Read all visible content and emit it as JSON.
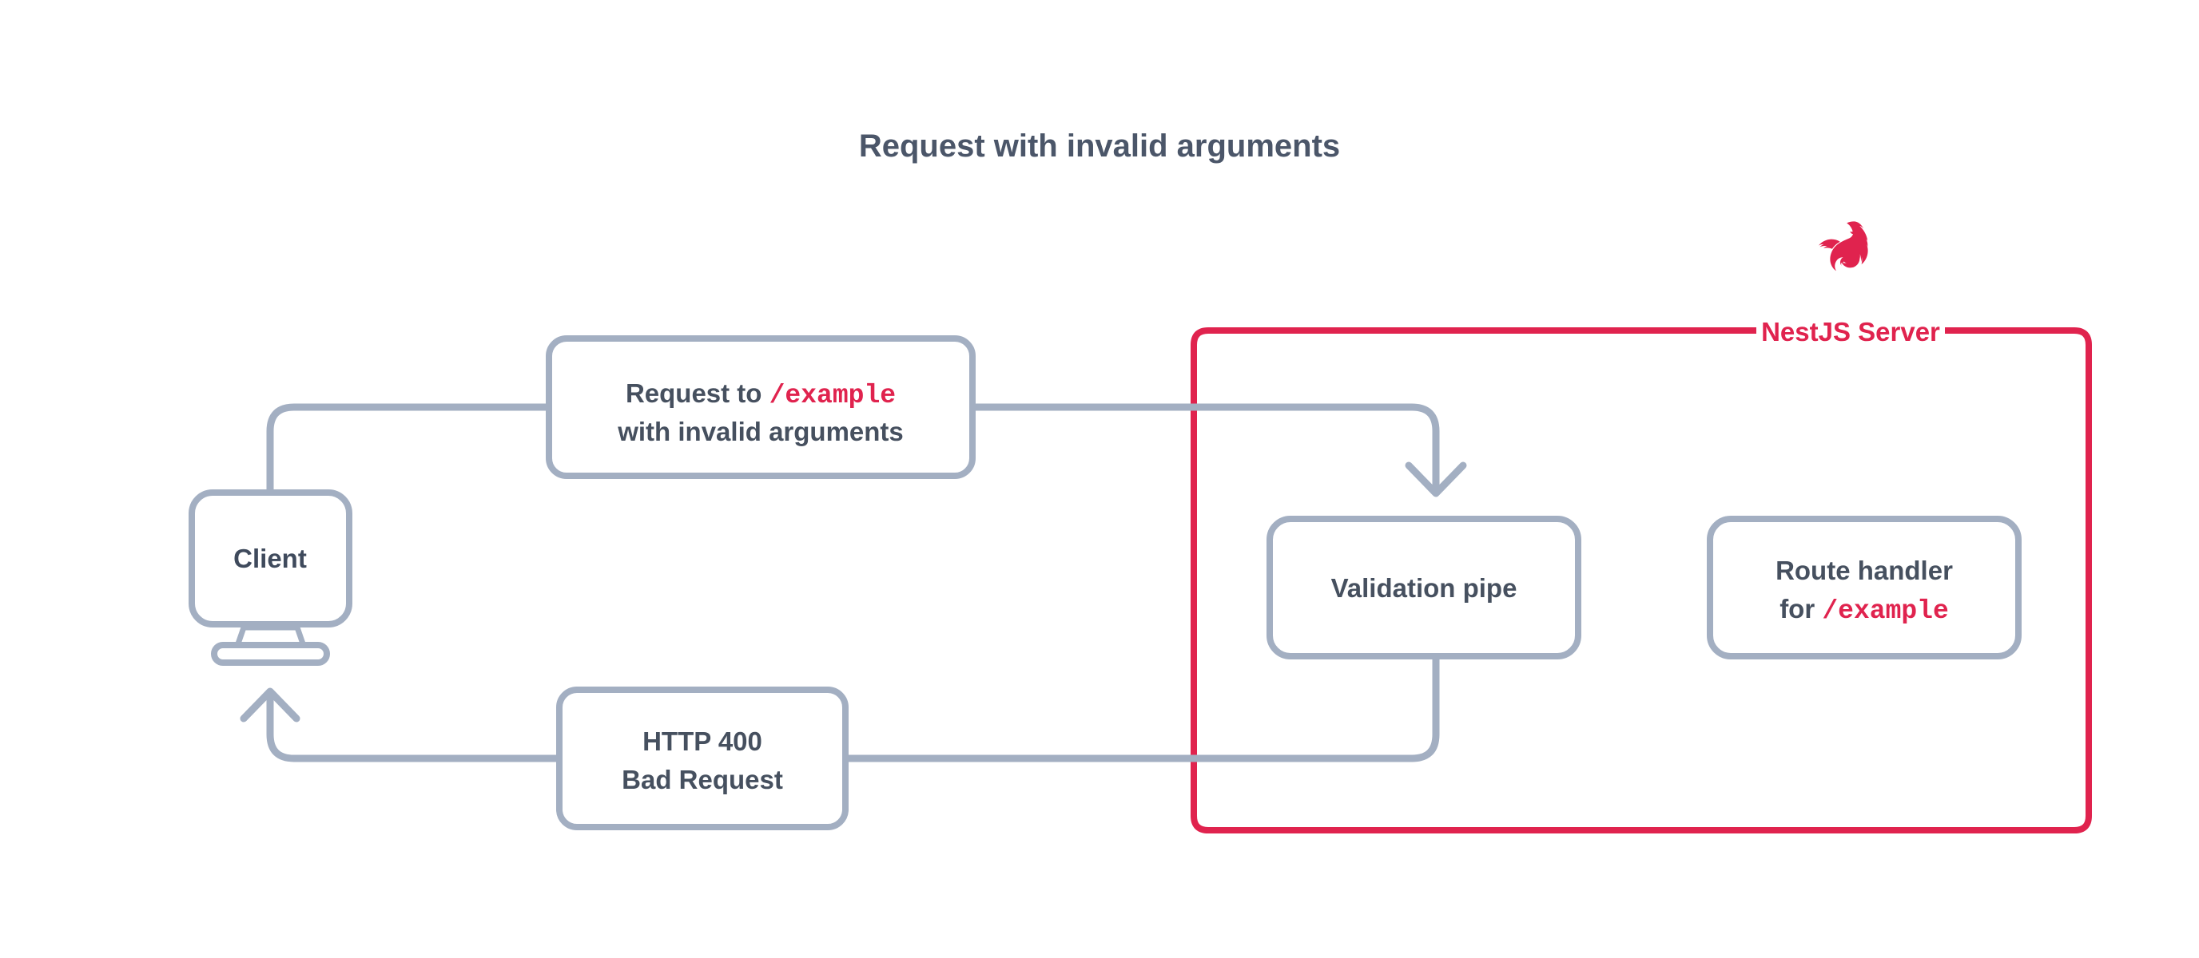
{
  "title": "Request with invalid arguments",
  "colors": {
    "accent": "#e0234e",
    "line": "#a3afc2",
    "text": "#46505f",
    "title_text": "#4b5669",
    "background": "#ffffff"
  },
  "server_group": {
    "label": "NestJS Server",
    "logo_icon": "nestjs-logo-icon",
    "border_color": "#e0234e"
  },
  "client": {
    "label": "Client",
    "icon": "monitor-icon"
  },
  "nodes": {
    "request_box": {
      "line1_prefix": "Request to ",
      "line1_code": "/example",
      "line2": "with invalid arguments"
    },
    "validation_pipe": {
      "label": "Validation pipe"
    },
    "route_handler": {
      "line1": "Route handler",
      "line2_prefix": "for ",
      "line2_code": "/example"
    },
    "response_box": {
      "line1": "HTTP 400",
      "line2": "Bad Request"
    }
  },
  "connectors": [
    {
      "name": "client-to-validation-pipe",
      "from": "Client",
      "to": "Validation pipe",
      "arrow": "down",
      "label_box": "request_box"
    },
    {
      "name": "validation-pipe-to-client",
      "from": "Validation pipe",
      "to": "Client",
      "arrow": "up",
      "label_box": "response_box"
    }
  ]
}
